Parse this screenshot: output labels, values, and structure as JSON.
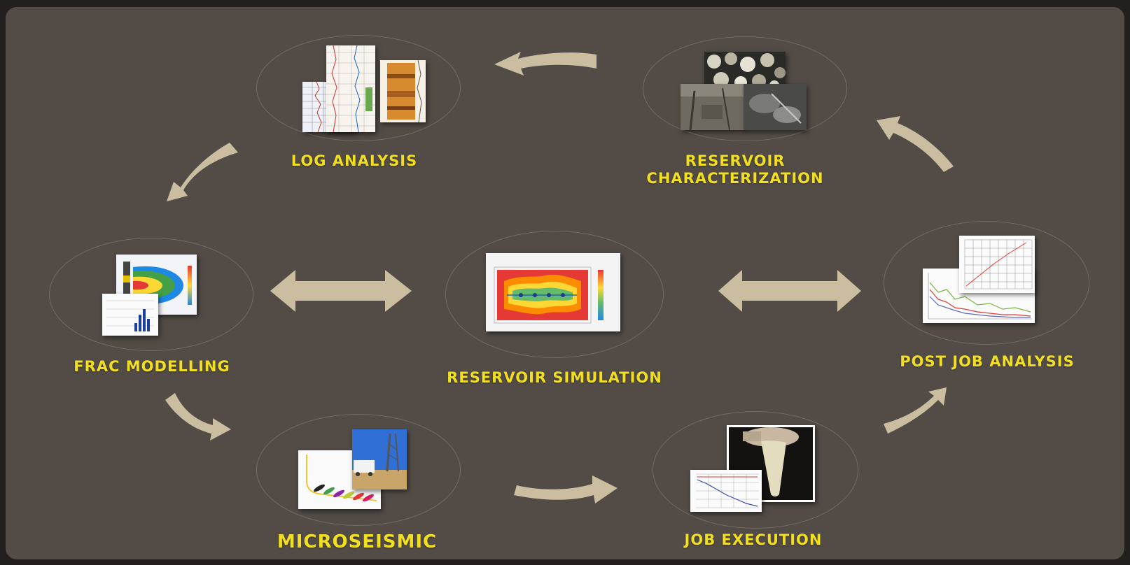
{
  "diagram": {
    "colors": {
      "background": "#524b46",
      "frame": "#221f1e",
      "label": "#f2df22",
      "arrow": "#cbbd9f",
      "ellipse": "#8a817b"
    },
    "nodes": {
      "log_analysis": {
        "label": "LOG ANALYSIS"
      },
      "reservoir_characterization": {
        "label_line1": "RESERVOIR",
        "label_line2": "CHARACTERIZATION"
      },
      "frac_modelling": {
        "label": "FRAC MODELLING"
      },
      "reservoir_simulation": {
        "label": "RESERVOIR SIMULATION"
      },
      "post_job_analysis": {
        "label": "POST JOB ANALYSIS"
      },
      "microseismic": {
        "label": "MICROSEISMIC"
      },
      "job_execution": {
        "label": "JOB EXECUTION"
      }
    },
    "arrows": [
      {
        "from": "reservoir_characterization",
        "to": "log_analysis",
        "style": "curved"
      },
      {
        "from": "log_analysis",
        "to": "frac_modelling",
        "style": "curved"
      },
      {
        "from": "frac_modelling",
        "to": "reservoir_simulation",
        "style": "double"
      },
      {
        "from": "reservoir_simulation",
        "to": "post_job_analysis",
        "style": "double"
      },
      {
        "from": "frac_modelling",
        "to": "microseismic",
        "style": "curved"
      },
      {
        "from": "microseismic",
        "to": "job_execution",
        "style": "curved"
      },
      {
        "from": "job_execution",
        "to": "post_job_analysis",
        "style": "curved"
      },
      {
        "from": "post_job_analysis",
        "to": "reservoir_characterization",
        "style": "curved"
      }
    ]
  }
}
